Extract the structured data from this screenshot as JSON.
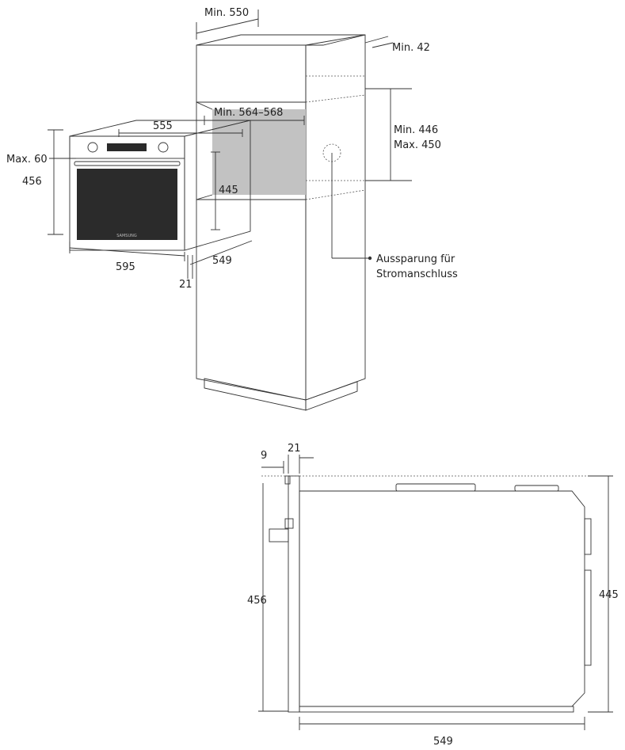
{
  "colors": {
    "cabinet_front": "#f2f2f2",
    "cabinet_side": "#d7d7d7",
    "cabinet_top": "#e6e6e6",
    "niche_interior": "#cfcfcf",
    "oven_steel": "#c9c9c9",
    "oven_door_glass": "#2b2b2b",
    "oven_side_view": "#d3d3d3",
    "line": "#333333"
  },
  "icons": {
    "connection_marker": "dashed-circle-icon",
    "oven": "built-in-oven-icon",
    "cabinet": "tall-cabinet-icon"
  },
  "oven_brand": "SAMSUNG",
  "top_view": {
    "cabinet_width_label": "Min. 550",
    "cabinet_gap_label": "Min. 42",
    "niche_width_label": "Min. 564–568",
    "niche_height_label_1": "Min. 446",
    "niche_height_label_2": "Max. 450",
    "power_outlet_label_1": "Aussparung für",
    "power_outlet_label_2": "Stromanschluss",
    "oven_depth_top_label": "555",
    "oven_overlap_label": "Max. 60",
    "oven_front_height_label": "456",
    "oven_body_height_label": "445",
    "oven_width_label": "595",
    "oven_depth_label": "549",
    "oven_door_thickness_label": "21"
  },
  "side_view": {
    "door_offset_label": "9",
    "door_thickness_label": "21",
    "front_height_label": "456",
    "body_height_label": "445",
    "depth_label": "549"
  }
}
